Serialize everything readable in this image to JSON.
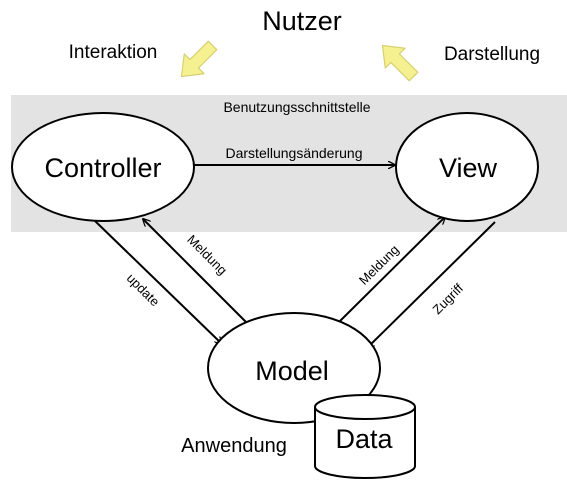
{
  "user": {
    "title": "Nutzer",
    "interaction_label": "Interaktion",
    "display_label": "Darstellung"
  },
  "ui_layer": {
    "label": "Benutzungsschnittstelle",
    "fill_color": "#e3e3e3"
  },
  "nodes": {
    "controller": "Controller",
    "view": "View",
    "model": "Model",
    "data": "Data"
  },
  "arrows": {
    "controller_to_view": "Darstellungsänderung",
    "model_to_controller": "Meldung",
    "controller_to_model": "update",
    "model_to_view": "Meldung",
    "view_to_model": "Zugriff"
  },
  "application_label": "Anwendung",
  "colors": {
    "user_arrow": "#f5f090",
    "user_arrow_outline": "#d6d072",
    "stroke": "#000000"
  }
}
